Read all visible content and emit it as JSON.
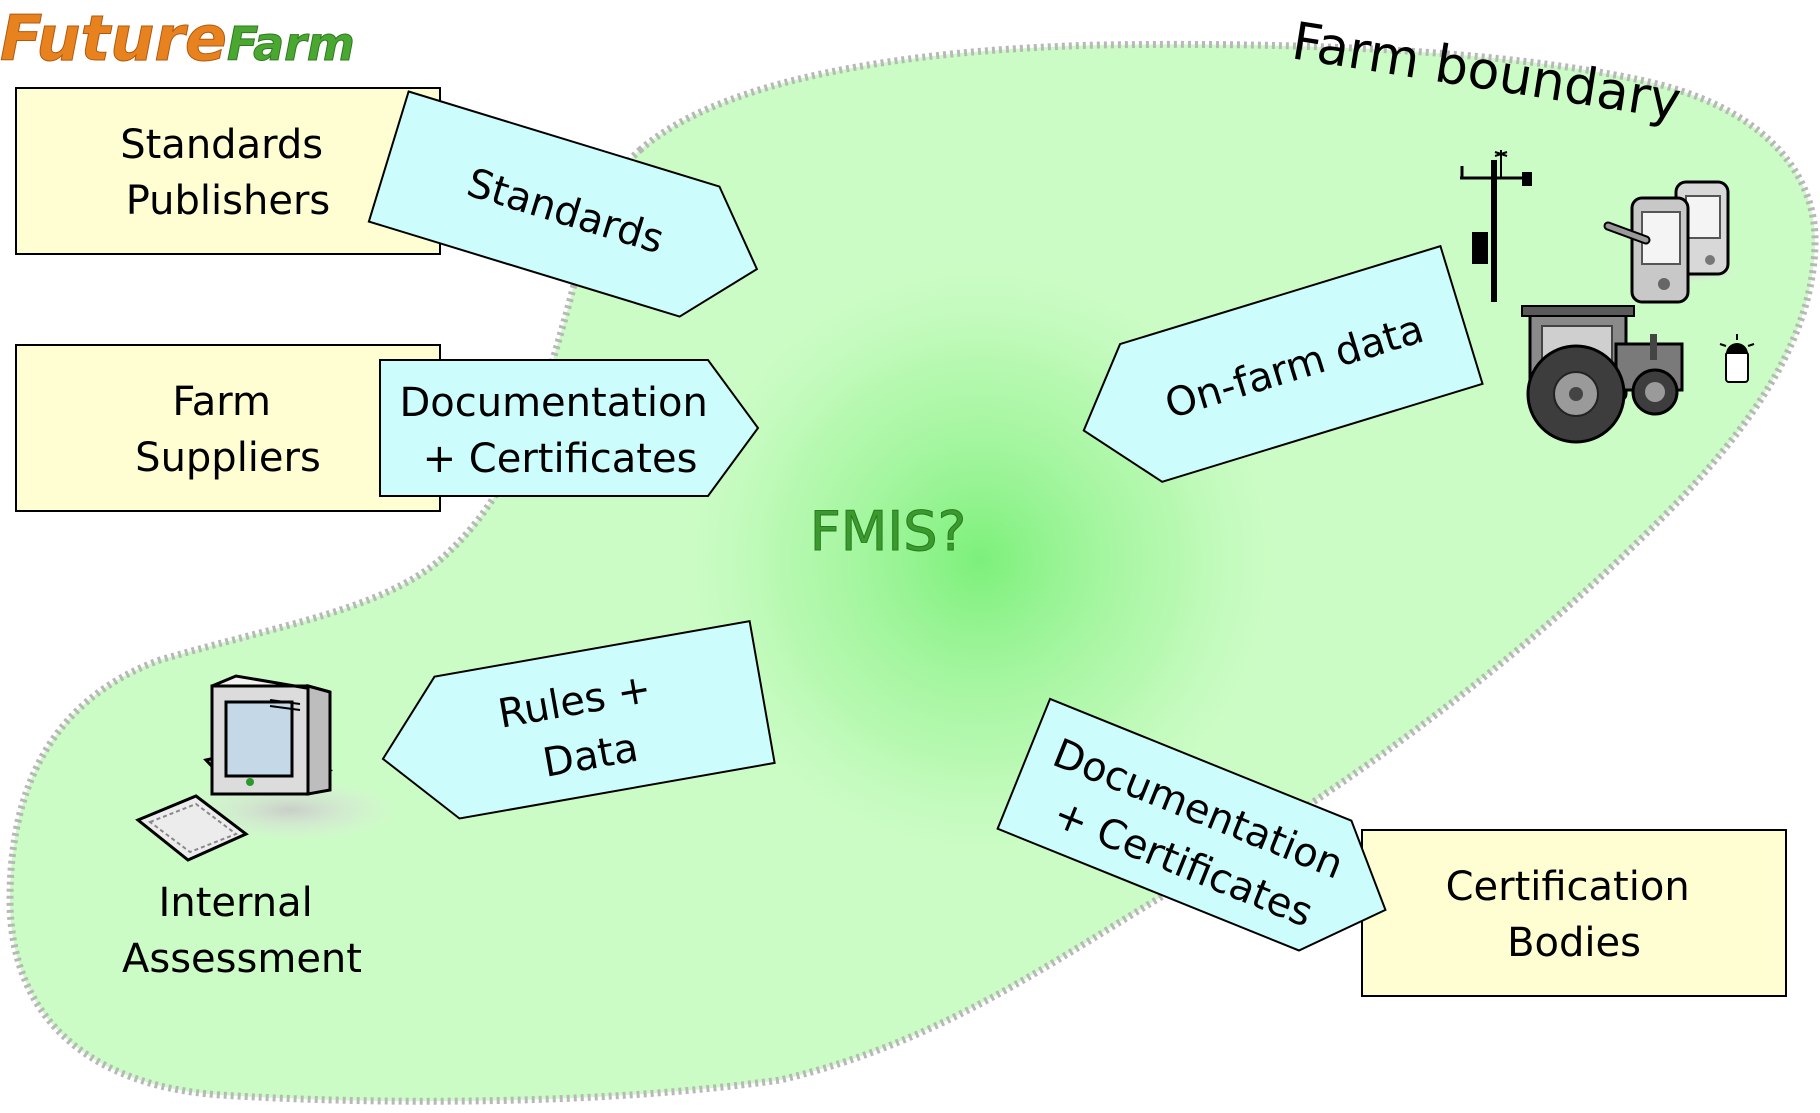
{
  "logo": {
    "future": "Future",
    "farm": "Farm"
  },
  "boundary_label": "Farm boundary",
  "center_label": "FMIS?",
  "boxes": {
    "standards_publishers": [
      "Standards",
      "Publishers"
    ],
    "farm_suppliers": [
      "Farm",
      "Suppliers"
    ],
    "certification_bodies": [
      "Certification",
      "Bodies"
    ]
  },
  "arrows": {
    "standards": [
      "Standards"
    ],
    "supplier_docs": [
      "Documentation",
      "+ Certificates"
    ],
    "onfarm": [
      "On-farm data"
    ],
    "rules": [
      "Rules +",
      "Data"
    ],
    "cert_docs": [
      "Documentation",
      "+ Certificates"
    ]
  },
  "computer_label": [
    "Internal",
    "Assessment"
  ],
  "colors": {
    "boundary_fill": "#ccfcc6",
    "boundary_stroke": "#b8b8b8",
    "center_glow": "#7cf07a",
    "fmis_text": "#3a9a2e",
    "box_fill": "#fefed2",
    "arrow_fill": "#ccfcfc",
    "logo_orange": "#e8821e",
    "logo_green": "#4aa832"
  },
  "icons": [
    "weather-station-icon",
    "pda-device-icon",
    "tractor-icon",
    "sensor-icon",
    "computer-icon"
  ]
}
